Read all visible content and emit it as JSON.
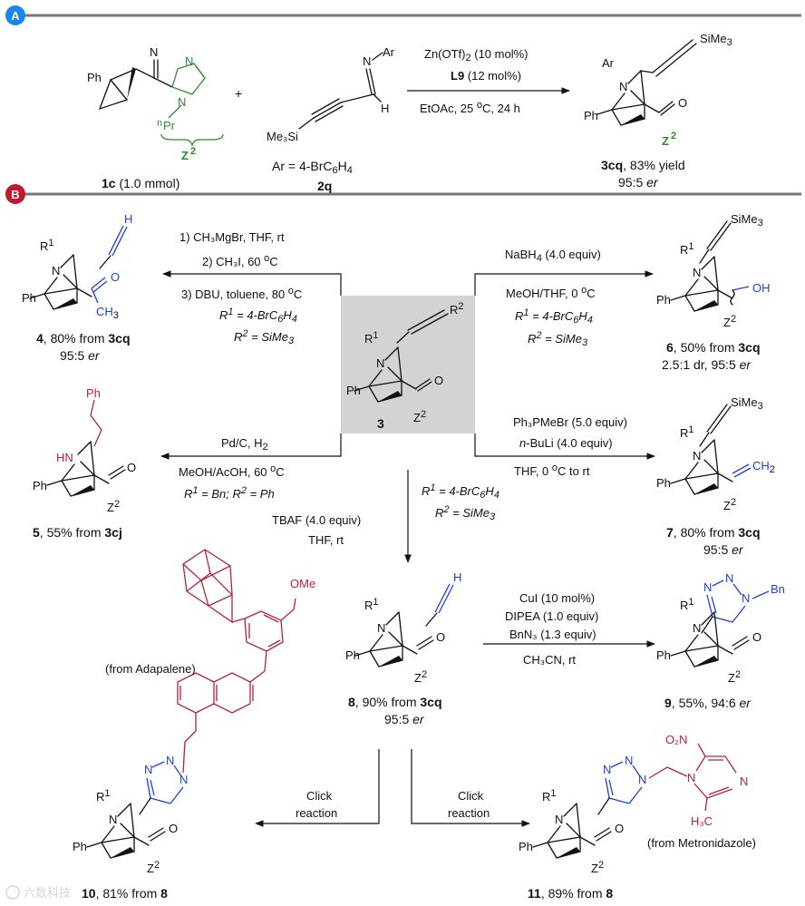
{
  "sections": [
    {
      "badge": "A",
      "color": "#1a88e8"
    },
    {
      "badge": "B",
      "color": "#c0182f"
    }
  ],
  "panelA": {
    "reactant1": {
      "ph": "Ph",
      "iminelabel": "N",
      "npr": "Pr",
      "npr_prefix": "n",
      "z2": "Z",
      "z2sup": "2",
      "label_bold": "1c",
      "label_rest": " (1.0 mmol)"
    },
    "plus": "+",
    "reactant2": {
      "ar": "Ar",
      "n": "N",
      "h": "H",
      "tms": "Me₃Si",
      "ar_def": "Ar = 4-BrC",
      "ar_sub6": "6",
      "ar_h": "H",
      "ar_sub4": "4",
      "label_bold": "2q"
    },
    "conditions": {
      "line1_a": "Zn(OTf)",
      "line1_sub": "2",
      "line1_b": " (10 mol%)",
      "line2_bold": "L9",
      "line2_b": " (12 mol%)",
      "line3_a": "EtOAc, 25 ",
      "line3_sup": "o",
      "line3_b": "C, 24 h"
    },
    "product": {
      "sime3": "SiMe",
      "sime3_sub": "3",
      "ar": "Ar",
      "n": "N",
      "ph": "Ph",
      "z2": "Z",
      "z2sup": "2",
      "label_bold": "3cq",
      "label_rest": ", 83% yield",
      "er_val": "95:5 ",
      "er": "er"
    }
  },
  "core": {
    "r1": "R",
    "r1sup": "1",
    "n": "N",
    "r2": "R",
    "r2sup": "2",
    "ph": "Ph",
    "z2": "Z",
    "z2sup": "2",
    "label": "3"
  },
  "compounds": {
    "c4": {
      "r1": "R",
      "r1sup": "1",
      "n": "N",
      "ph": "Ph",
      "h": "H",
      "o": "O",
      "ch3": "CH",
      "ch3sub": "3",
      "label_bold": "4",
      "label_rest": ", 80% from ",
      "label_from": "3cq",
      "er_val": "95:5 ",
      "er": "er"
    },
    "c5": {
      "hn": "HN",
      "ph_chain": "Ph",
      "ph": "Ph",
      "o": "O",
      "z2": "Z",
      "z2sup": "2",
      "label_bold": "5",
      "label_rest": ", 55% from ",
      "label_from": "3cj"
    },
    "c6": {
      "sime3": "SiMe",
      "sime3_sub": "3",
      "r1": "R",
      "r1sup": "1",
      "n": "N",
      "ph": "Ph",
      "oh": "OH",
      "z2": "Z",
      "z2sup": "2",
      "label_bold": "6",
      "label_rest": ", 50% from ",
      "label_from": "3cq",
      "dr": "2.5:1 dr, 95:5 ",
      "er": "er"
    },
    "c7": {
      "sime3": "SiMe",
      "sime3_sub": "3",
      "r1": "R",
      "r1sup": "1",
      "n": "N",
      "ph": "Ph",
      "ch2": "CH",
      "ch2sub": "2",
      "z2": "Z",
      "z2sup": "2",
      "label_bold": "7",
      "label_rest": ", 80% from ",
      "label_from": "3cq",
      "er_val": "95:5 ",
      "er": "er"
    },
    "c8": {
      "h": "H",
      "r1": "R",
      "r1sup": "1",
      "n": "N",
      "ph": "Ph",
      "o": "O",
      "z2": "Z",
      "z2sup": "2",
      "label_bold": "8",
      "label_rest": ", 90% from ",
      "label_from": "3cq",
      "er_val": "95:5 ",
      "er": "er"
    },
    "c9": {
      "n1": "N",
      "n2": "N",
      "n3": "N",
      "bn": "Bn",
      "r1": "R",
      "r1sup": "1",
      "n": "N",
      "ph": "Ph",
      "o": "O",
      "z2": "Z",
      "z2sup": "2",
      "label_bold": "9",
      "label_rest": ", 55%, 94:6 ",
      "er": "er"
    },
    "c10": {
      "ome": "OMe",
      "source": "(from Adapalene)",
      "n1": "N",
      "n2": "N",
      "n3": "N",
      "r1": "R",
      "r1sup": "1",
      "n": "N",
      "ph": "Ph",
      "o": "O",
      "z2": "Z",
      "z2sup": "2",
      "label_bold": "10",
      "label_rest": ", 81% from ",
      "label_from": "8"
    },
    "c11": {
      "no2": "O₂N",
      "n_im1": "N",
      "n_im2": "N",
      "h3c": "H₃C",
      "source": "(from Metronidazole)",
      "n1": "N",
      "n2": "N",
      "n3": "N",
      "r1": "R",
      "r1sup": "1",
      "n": "N",
      "ph": "Ph",
      "o": "O",
      "z2": "Z",
      "z2sup": "2",
      "label_bold": "11",
      "label_rest": ", 89% from ",
      "label_from": "8"
    }
  },
  "conditions": {
    "to4": {
      "l1": "1) CH₃MgBr, THF, rt",
      "l2a": "2) CH₃I, 60 ",
      "l2sup": "o",
      "l2b": "C",
      "l3a": "3) DBU, toluene, 80 ",
      "l3sup": "o",
      "l3b": "C",
      "r1a": "R",
      "r1sup": "1",
      "r1b": " = 4-BrC",
      "r1s6": "6",
      "r1c": "H",
      "r1s4": "4",
      "r2a": "R",
      "r2sup": "2",
      "r2b": " = SiMe",
      "r2s3": "3"
    },
    "to6": {
      "l1a": "NaBH",
      "l1sub": "4",
      "l1b": " (4.0 equiv)",
      "l2a": "MeOH/THF, 0 ",
      "l2sup": "o",
      "l2b": "C",
      "r1a": "R",
      "r1sup": "1",
      "r1b": " = 4-BrC",
      "r1s6": "6",
      "r1c": "H",
      "r1s4": "4",
      "r2a": "R",
      "r2sup": "2",
      "r2b": " = SiMe",
      "r2s3": "3"
    },
    "to5": {
      "l1a": "Pd/C, H",
      "l1sub": "2",
      "l2a": "MeOH/AcOH, 60 ",
      "l2sup": "o",
      "l2b": "C",
      "r1a": "R",
      "r1sup": "1",
      "r1b": " = Bn; ",
      "r2a": "R",
      "r2sup": "2",
      "r2b": " = Ph"
    },
    "to7": {
      "l1": "Ph₃PMeBr (5.0 equiv)",
      "l2a": "n",
      "l2b": "-BuLi (4.0 equiv)",
      "l3a": "THF, 0 ",
      "l3sup": "o",
      "l3b": "C to rt"
    },
    "to8": {
      "l1": "TBAF (4.0 equiv)",
      "l2": "THF, rt",
      "r1a": "R",
      "r1sup": "1",
      "r1b": " = 4-BrC",
      "r1s6": "6",
      "r1c": "H",
      "r1s4": "4",
      "r2a": "R",
      "r2sup": "2",
      "r2b": " = SiMe",
      "r2s3": "3"
    },
    "to9": {
      "l1": "CuI (10 mol%)",
      "l2": "DIPEA (1.0 equiv)",
      "l3": "BnN₃ (1.3 equiv)",
      "l4": "CH₃CN, rt"
    },
    "click_left": {
      "l1": "Click",
      "l2": "reaction"
    },
    "click_right": {
      "l1": "Click",
      "l2": "reaction"
    }
  },
  "watermark": "六数科技"
}
